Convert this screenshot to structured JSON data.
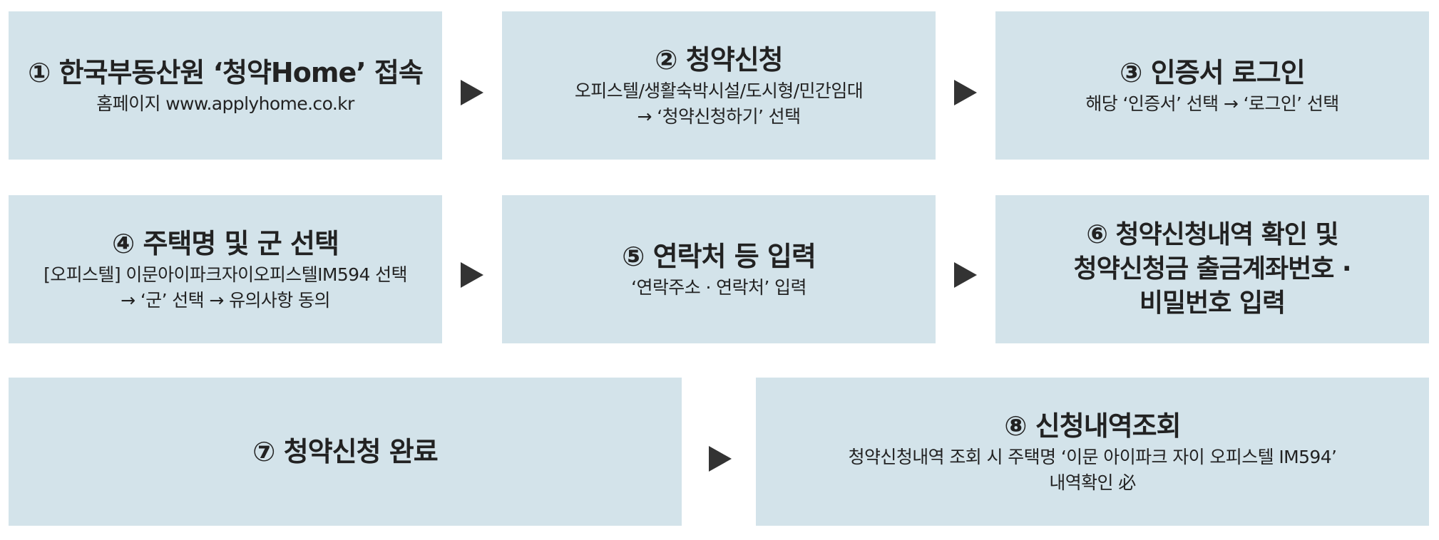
{
  "colors": {
    "box_fill": "#d3e3ea",
    "arrow": "#333333",
    "text": "#222222"
  },
  "steps": [
    {
      "title": "① 한국부동산원 ‘청약Home’ 접속",
      "desc": [
        "홈페이지 www.applyhome.co.kr"
      ]
    },
    {
      "title": "② 청약신청",
      "desc": [
        "오피스텔/생활숙박시설/도시형/민간임대",
        "→ ‘청약신청하기’ 선택"
      ]
    },
    {
      "title": "③ 인증서 로그인",
      "desc": [
        "해당 ‘인증서’ 선택 → ‘로그인’ 선택"
      ]
    },
    {
      "title": "④ 주택명 및 군 선택",
      "desc": [
        "[오피스텔] 이문아이파크자이오피스텔IM594 선택",
        "→ ‘군’ 선택 → 유의사항 동의"
      ]
    },
    {
      "title": "⑤ 연락처 등 입력",
      "desc": [
        "‘연락주소 · 연락처’ 입력"
      ]
    },
    {
      "title_lines": [
        "⑥ 청약신청내역 확인 및",
        "청약신청금 출금계좌번호 ·",
        "비밀번호 입력"
      ]
    },
    {
      "title": "⑦ 청약신청 완료"
    },
    {
      "title": "⑧ 신청내역조회",
      "desc": [
        "청약신청내역 조회 시 주택명 ‘이문 아이파크 자이 오피스텔 IM594’",
        "내역확인 必"
      ]
    }
  ]
}
